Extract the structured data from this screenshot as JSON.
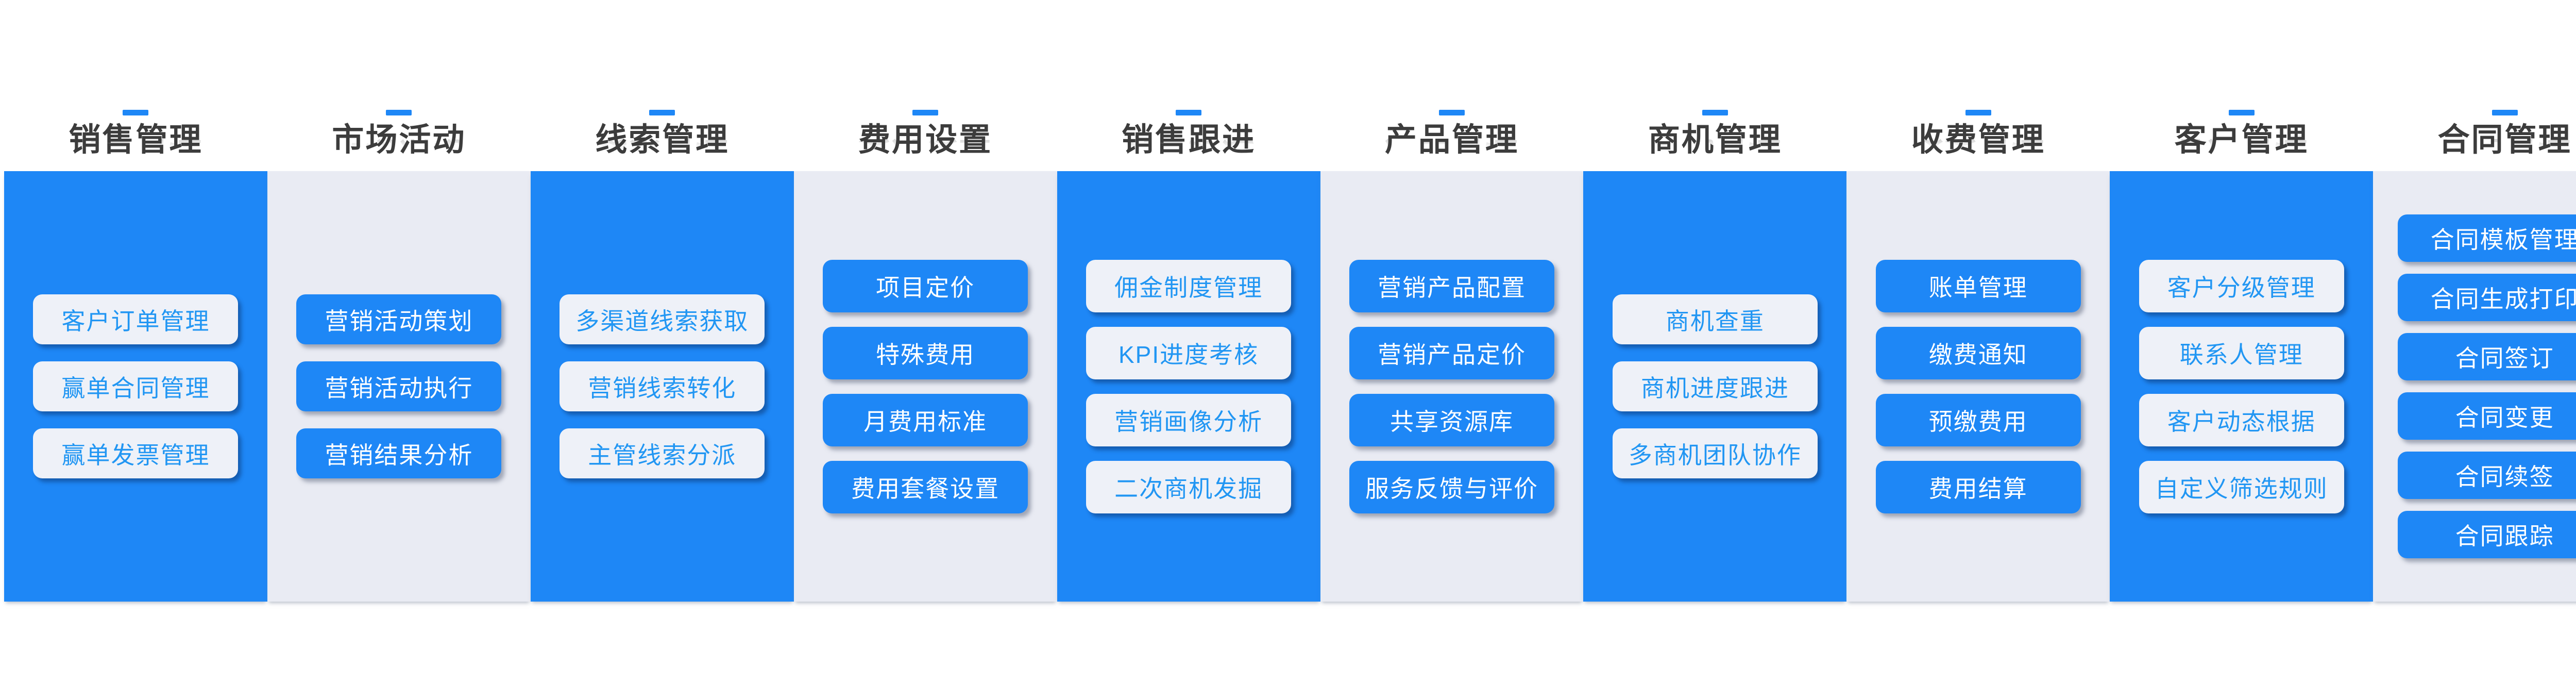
{
  "colors": {
    "accent_blue": "#1E87F6",
    "light_panel": "#E9EBF3",
    "light_button": "#EEF1F8",
    "title_text": "#3C3C3C",
    "button_text_on_light": "#2196F3",
    "button_text_on_blue": "#FFFFFF"
  },
  "columns": [
    {
      "title": "销售管理",
      "style": "blue",
      "items": [
        "客户订单管理",
        "赢单合同管理",
        "赢单发票管理"
      ]
    },
    {
      "title": "市场活动",
      "style": "light",
      "items": [
        "营销活动策划",
        "营销活动执行",
        "营销结果分析"
      ]
    },
    {
      "title": "线索管理",
      "style": "blue",
      "items": [
        "多渠道线索获取",
        "营销线索转化",
        "主管线索分派"
      ]
    },
    {
      "title": "费用设置",
      "style": "light",
      "items": [
        "项目定价",
        "特殊费用",
        "月费用标准",
        "费用套餐设置"
      ]
    },
    {
      "title": "销售跟进",
      "style": "blue",
      "items": [
        "佣金制度管理",
        "KPI进度考核",
        "营销画像分析",
        "二次商机发掘"
      ]
    },
    {
      "title": "产品管理",
      "style": "light",
      "items": [
        "营销产品配置",
        "营销产品定价",
        "共享资源库",
        "服务反馈与评价"
      ]
    },
    {
      "title": "商机管理",
      "style": "blue",
      "items": [
        "商机查重",
        "商机进度跟进",
        "多商机团队协作"
      ]
    },
    {
      "title": "收费管理",
      "style": "light",
      "items": [
        "账单管理",
        "缴费通知",
        "预缴费用",
        "费用结算"
      ]
    },
    {
      "title": "客户管理",
      "style": "blue",
      "items": [
        "客户分级管理",
        "联系人管理",
        "客户动态根据",
        "自定义筛选规则"
      ]
    },
    {
      "title": "合同管理",
      "style": "light",
      "items": [
        "合同模板管理",
        "合同生成打印",
        "合同签订",
        "合同变更",
        "合同续签",
        "合同跟踪"
      ]
    }
  ]
}
